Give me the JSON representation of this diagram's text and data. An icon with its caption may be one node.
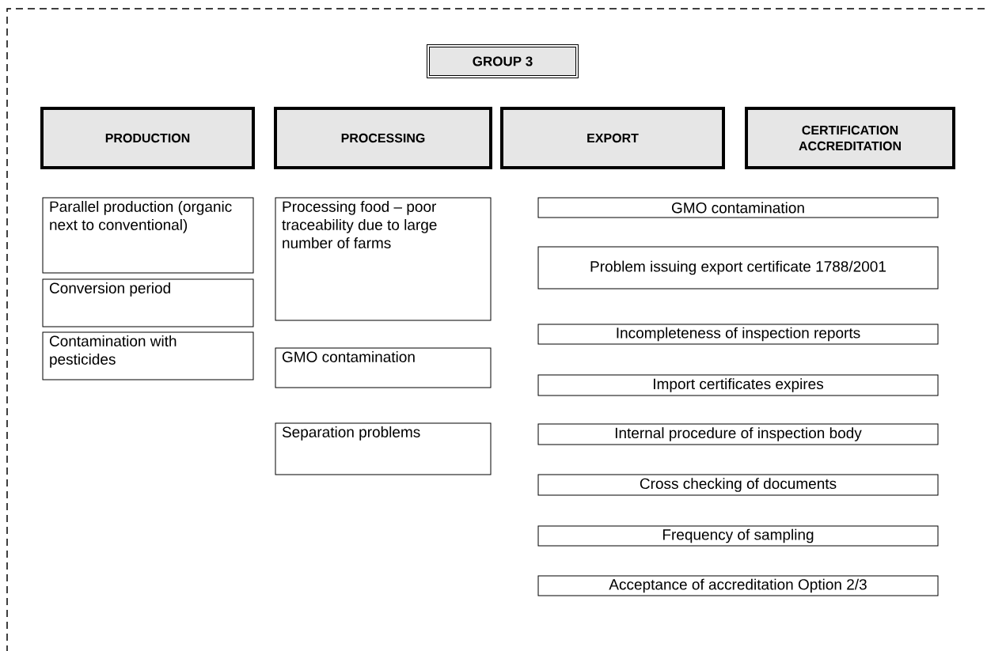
{
  "diagram": {
    "nodes": [
      {
        "text": [
          "GROUP 3"
        ]
      },
      {
        "text": [
          "PRODUCTION"
        ]
      },
      {
        "text": [
          "PROCESSING"
        ]
      },
      {
        "text": [
          "EXPORT"
        ]
      },
      {
        "text": [
          "CERTIFICATION ACCREDITATION"
        ]
      },
      {
        "text": [
          "Parallel production (organic next to conventional)"
        ]
      },
      {
        "text": [
          "Conversion period"
        ]
      },
      {
        "text": [
          "Contamination with pesticides"
        ]
      },
      {
        "text": [
          "Processing food – poor traceability due to large number of farms"
        ]
      },
      {
        "text": [
          "GMO contamination"
        ]
      },
      {
        "text": [
          "Separation problems"
        ]
      },
      {
        "text": [
          "GMO contamination"
        ]
      },
      {
        "text": [
          "Problem issuing export certificate 1788/2001"
        ]
      },
      {
        "text": [
          "Incompleteness of inspection reports"
        ]
      },
      {
        "text": [
          "Import certificates expires"
        ]
      },
      {
        "text": [
          "Internal procedure of inspection body"
        ]
      },
      {
        "text": [
          "Cross checking of documents"
        ]
      },
      {
        "text": [
          "Frequency of sampling"
        ]
      },
      {
        "text": [
          "Acceptance of accreditation Option 2/3"
        ]
      }
    ]
  }
}
